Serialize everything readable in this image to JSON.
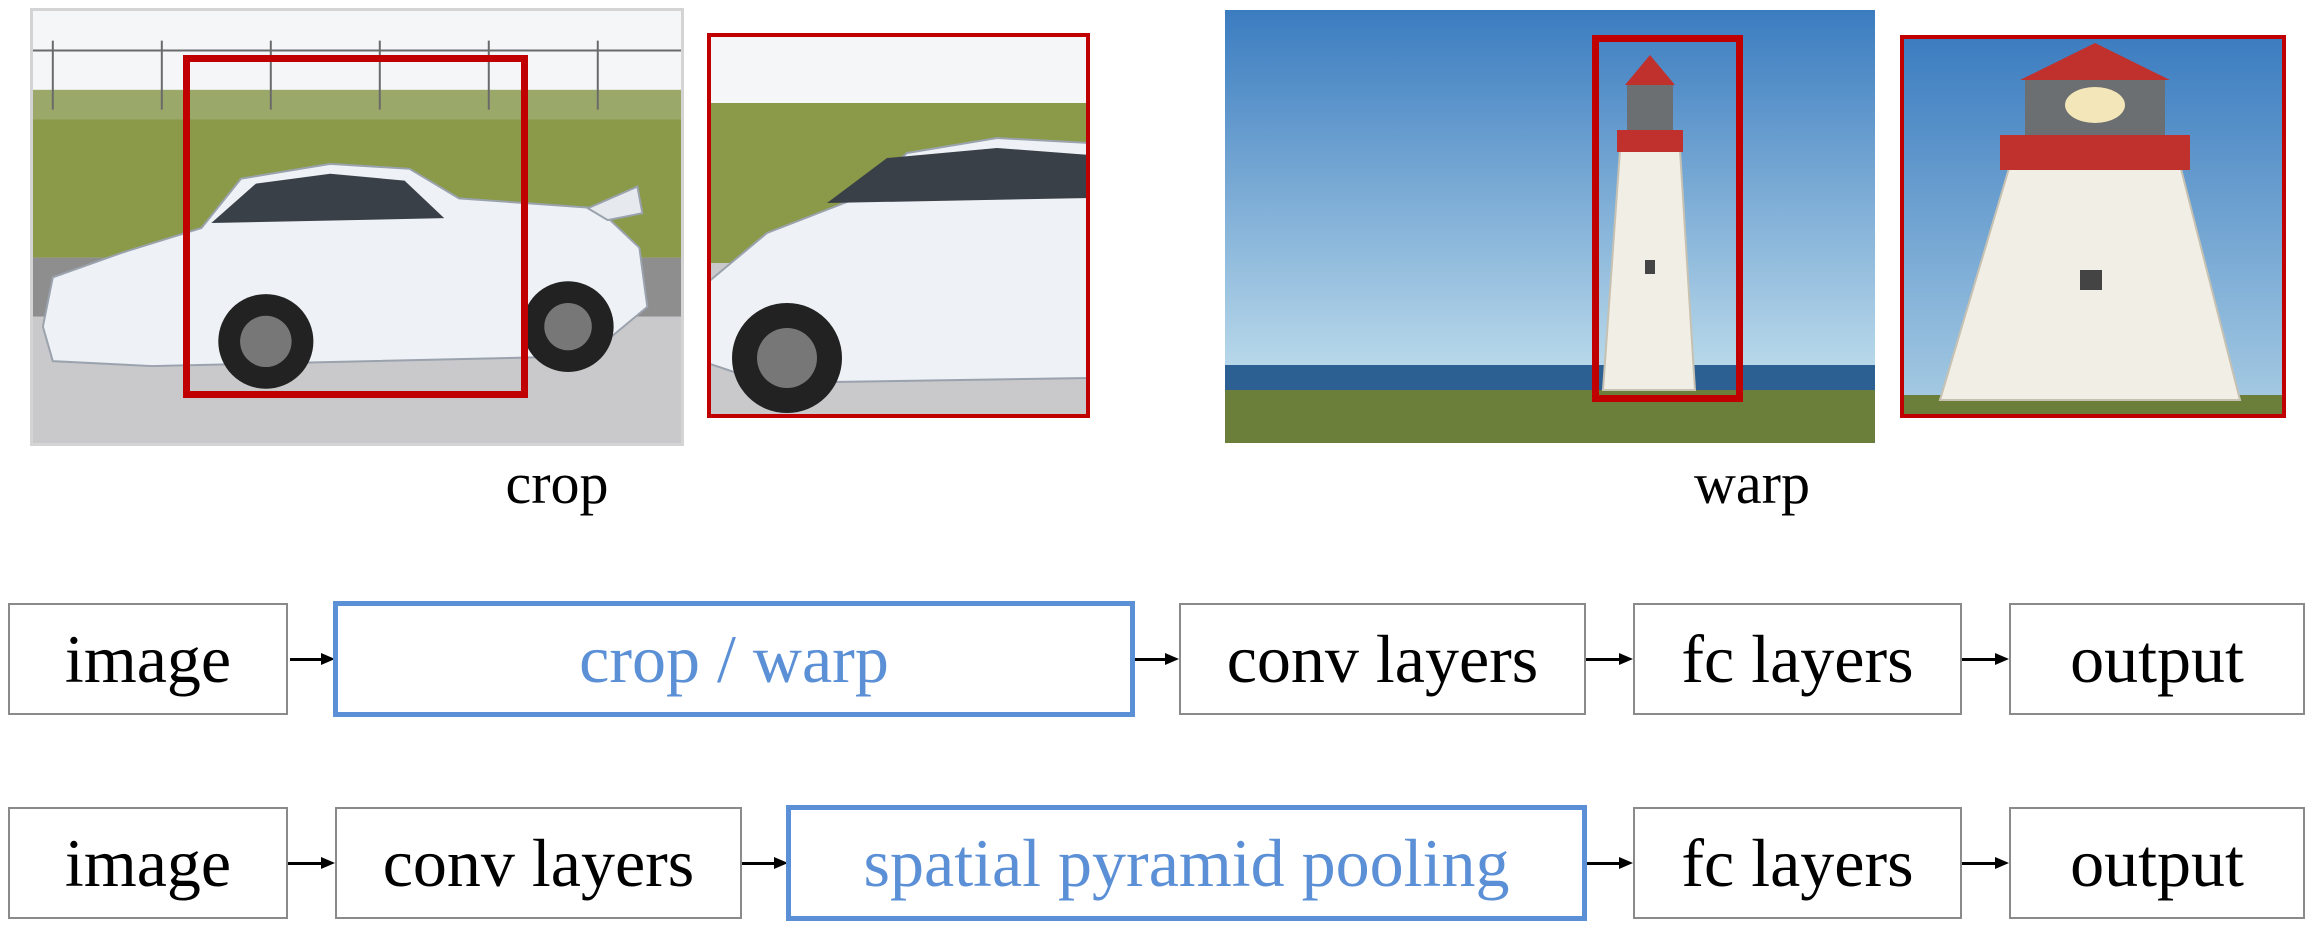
{
  "captions": {
    "crop": "crop",
    "warp": "warp"
  },
  "pipelines": [
    {
      "stages": [
        {
          "label": "image",
          "highlight": false
        },
        {
          "label": "crop / warp",
          "highlight": true
        },
        {
          "label": "conv layers",
          "highlight": false
        },
        {
          "label": "fc layers",
          "highlight": false
        },
        {
          "label": "output",
          "highlight": false
        }
      ]
    },
    {
      "stages": [
        {
          "label": "image",
          "highlight": false
        },
        {
          "label": "conv layers",
          "highlight": false
        },
        {
          "label": "spatial pyramid pooling",
          "highlight": true
        },
        {
          "label": "fc layers",
          "highlight": false
        },
        {
          "label": "output",
          "highlight": false
        }
      ]
    }
  ],
  "colors": {
    "highlight_border": "#5b8fd6",
    "highlight_text": "#5b8fd6",
    "region_box": "#c00000",
    "box_border": "#8a8a8a"
  }
}
